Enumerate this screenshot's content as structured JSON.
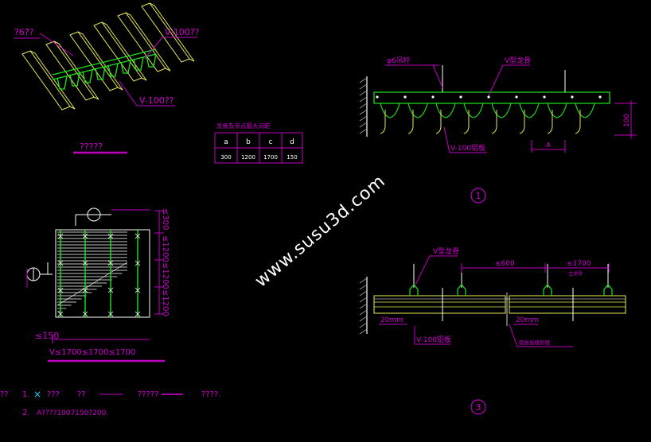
{
  "colors": {
    "background": "#000000",
    "magenta": "#c000c0",
    "magenta_text": "#d000d0",
    "yellow": "#e8e85a",
    "green": "#19e819",
    "white": "#ffffff",
    "cyan": "#2ad4ff",
    "gray": "#9a9a9a",
    "watermark": "#ffffff"
  },
  "iso_view": {
    "label_top_left": "?6??",
    "label_top_right": "V-100??",
    "label_bottom": "V-100??",
    "caption": "?????"
  },
  "spacing_table": {
    "title": "龙骨及吊点最大间距",
    "headers": [
      "a",
      "b",
      "c",
      "d"
    ],
    "values": [
      "300",
      "1200",
      "1700",
      "150"
    ]
  },
  "plan_view": {
    "marker_top": "",
    "marker_left": "",
    "dim_right_top": "≤300",
    "dim_right_1": "≤1200",
    "dim_right_2": "≤1200",
    "dim_right_3": "≤1200",
    "dim_left_bottom": "≤150",
    "dim_bottom": "V≤1700≤1700≤1700",
    "caption": ""
  },
  "section_1": {
    "label_hanger": "φ6吊杆",
    "label_keel": "V型龙骨",
    "label_strip": "V-100铝板",
    "dim_a": "A",
    "dim_height": "100",
    "number": "1"
  },
  "section_3": {
    "label_keel": "V型龙骨",
    "dim_600": "≤600",
    "dim_1700": "≤1700",
    "label_main": "主龙骨",
    "dim_20_left": "20mm",
    "dim_20_right": "20mm",
    "label_strip": "V-100铝板",
    "label_joint": "铝板接缝处理",
    "number": "3"
  },
  "notes": {
    "lead": "??",
    "n1": "1.",
    "mark1": "×",
    "t1": "???",
    "t2": "??",
    "t3": "?????",
    "t4": "????.",
    "n2": "2.",
    "t5": "A????1007150?200."
  },
  "watermark": "www.susu3d.com"
}
